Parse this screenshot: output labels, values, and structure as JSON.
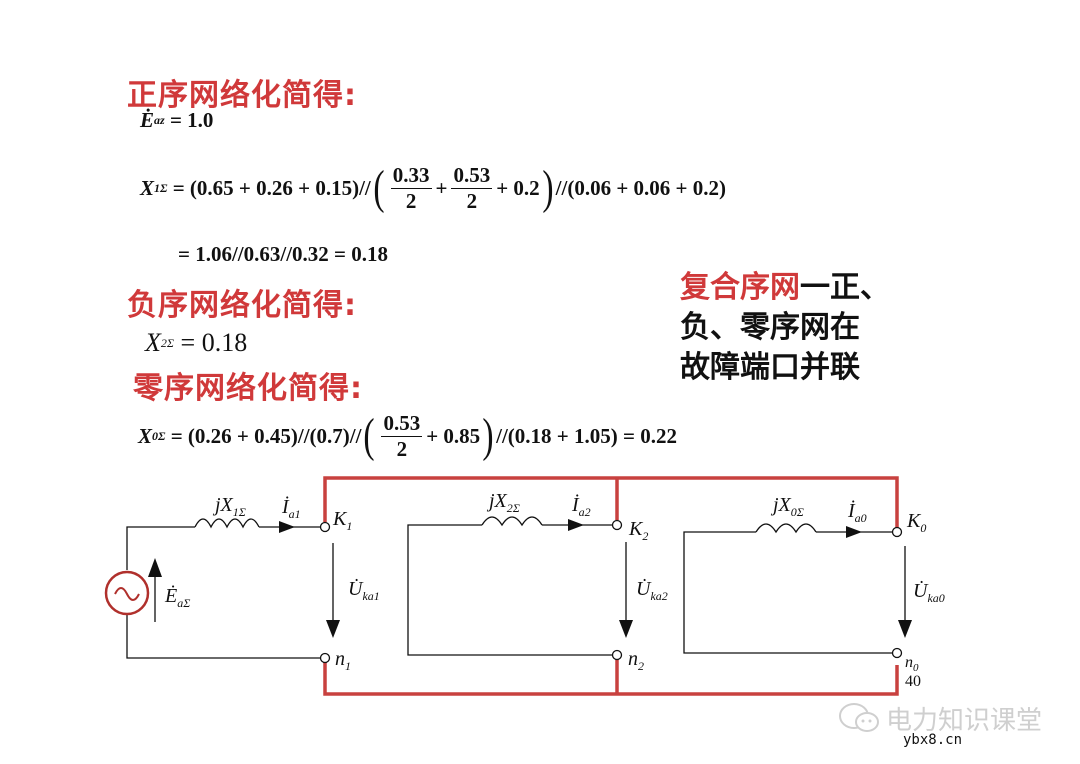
{
  "sections": {
    "positive": {
      "heading": "正序网络化简得:",
      "emf_symbol": "Ė",
      "emf_sub": "az",
      "emf_value": "= 1.0",
      "x_symbol": "X",
      "x_sub": "1Σ",
      "x_expr_part1": "= (0.65 + 0.26 + 0.15)//",
      "frac1_num": "0.33",
      "frac1_den": "2",
      "plus1": "+",
      "frac2_num": "0.53",
      "frac2_den": "2",
      "x_expr_part2": "+ 0.2",
      "x_expr_part3": "//(0.06 + 0.06 + 0.2)",
      "x_result": "= 1.06//0.63//0.32 = 0.18"
    },
    "negative": {
      "heading": "负序网络化简得:",
      "x_symbol": "X",
      "x_sub": "2Σ",
      "x_value": "= 0.18"
    },
    "zero": {
      "heading": "零序网络化简得:",
      "x_symbol": "X",
      "x_sub": "0Σ",
      "x_expr_part1": "= (0.26 + 0.45)//(0.7)//",
      "frac_num": "0.53",
      "frac_den": "2",
      "x_expr_part2": "+ 0.85",
      "x_expr_part3": "//(0.18 + 1.05) = 0.22"
    }
  },
  "note": {
    "red_text": "复合序网",
    "line1_rest": "一正、",
    "line2": "负、零序网在",
    "line3": "故障端口并联"
  },
  "circuit": {
    "source_label": "Ė",
    "source_sub": "aΣ",
    "source_symbol": "~",
    "networks": [
      {
        "reactance": "jX",
        "reactance_sub": "1Σ",
        "current": "İ",
        "current_sub": "a1",
        "node_k": "K",
        "node_k_sub": "1",
        "voltage": "U̇",
        "voltage_sub": "ka1",
        "node_n": "n",
        "node_n_sub": "1"
      },
      {
        "reactance": "jX",
        "reactance_sub": "2Σ",
        "current": "İ",
        "current_sub": "a2",
        "node_k": "K",
        "node_k_sub": "2",
        "voltage": "U̇",
        "voltage_sub": "ka2",
        "node_n": "n",
        "node_n_sub": "2"
      },
      {
        "reactance": "jX",
        "reactance_sub": "0Σ",
        "current": "İ",
        "current_sub": "a0",
        "node_k": "K",
        "node_k_sub": "0",
        "voltage": "U̇",
        "voltage_sub": "ka0",
        "node_n": "n",
        "node_n_sub": "0"
      }
    ],
    "page_number": "40",
    "colors": {
      "wire": "#111111",
      "parallel_bus": "#c8413f",
      "source": "#b0302c"
    }
  },
  "watermark": {
    "brand": "电力知识课堂",
    "site": "ybx8.cn"
  }
}
